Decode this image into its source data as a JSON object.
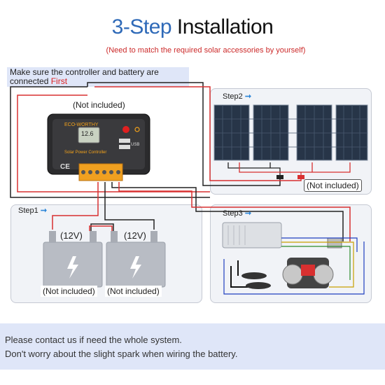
{
  "header": {
    "title_highlight": "3-Step",
    "title_rest": " Installation",
    "subtitle": "(Need to match the required solar accessories by yourself)"
  },
  "note": {
    "text": "Make sure the controller and battery are connected ",
    "emphasis": "First"
  },
  "controller": {
    "not_included": "(Not included)",
    "brand": "ECO-WORTHY",
    "lcd_value": "12.6",
    "name": "Solar Power Controller",
    "usb_label": "USB",
    "ce_mark": "CE"
  },
  "step2": {
    "label": "Step2",
    "arrow": "➞",
    "not_included": "(Not included)"
  },
  "step1": {
    "label": "Step1",
    "arrow": "➞",
    "battery_left_voltage": "(12V)",
    "battery_right_voltage": "(12V)",
    "battery_left_not_included": "(Not included)",
    "battery_right_not_included": "(Not included)"
  },
  "step3": {
    "label": "Step3",
    "arrow": "➞"
  },
  "footer": {
    "line1": "Please contact us if  need the whole system.",
    "line2": "Don't worry about the slight spark when wiring the battery."
  },
  "colors": {
    "accent_blue": "#2f6ab8",
    "wire_red": "#d83030",
    "wire_black": "#222222",
    "panel_bg": "#f1f3f7",
    "note_bg": "#dfe6f8"
  }
}
